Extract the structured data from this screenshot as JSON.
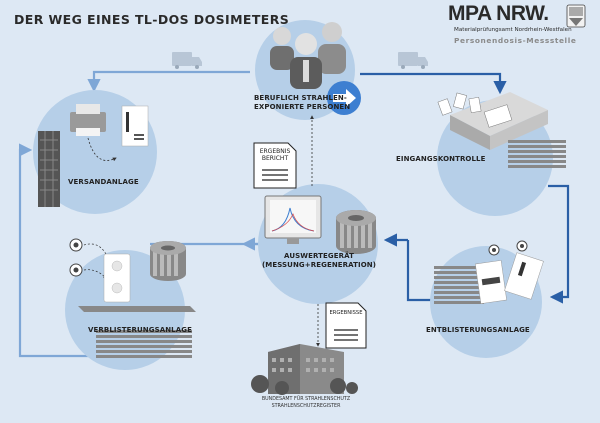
{
  "title": "DER WEG EINES TL-DOS DOSIMETERS",
  "logo": {
    "main": "MPA NRW.",
    "sub": "Materialprüfungsamt Nordrhein-Westfalen",
    "sub2": "Personendosis-Messstelle"
  },
  "stations": {
    "persons": "BERUFLICH STRAHLEN-\nEXPONIERTE PERSONEN",
    "intake": "EINGANGSKONTROLLE",
    "unblister": "ENTBLISTERUNGSANLAGE",
    "evaluator": "AUSWERTEGERÄT\n(MESSUNG+REGENERATION)",
    "blister": "VERBLISTERUNGSANLAGE",
    "dispatch": "VERSANDANLAGE"
  },
  "documents": {
    "result": "ERGEBNIS\nBERICHT",
    "results": "ERGEBNISSE"
  },
  "authority": {
    "line1": "BUNDESAMT FÜR STRAHLENSCHUTZ",
    "line2": "STRAHLENSCHUTZREGISTER"
  },
  "colors": {
    "background": "#dde8f4",
    "circle": "#b6cfe8",
    "arrow_dark": "#2a5fa6",
    "arrow_light": "#7fa7d6",
    "accent_blue": "#3d7fd1"
  }
}
